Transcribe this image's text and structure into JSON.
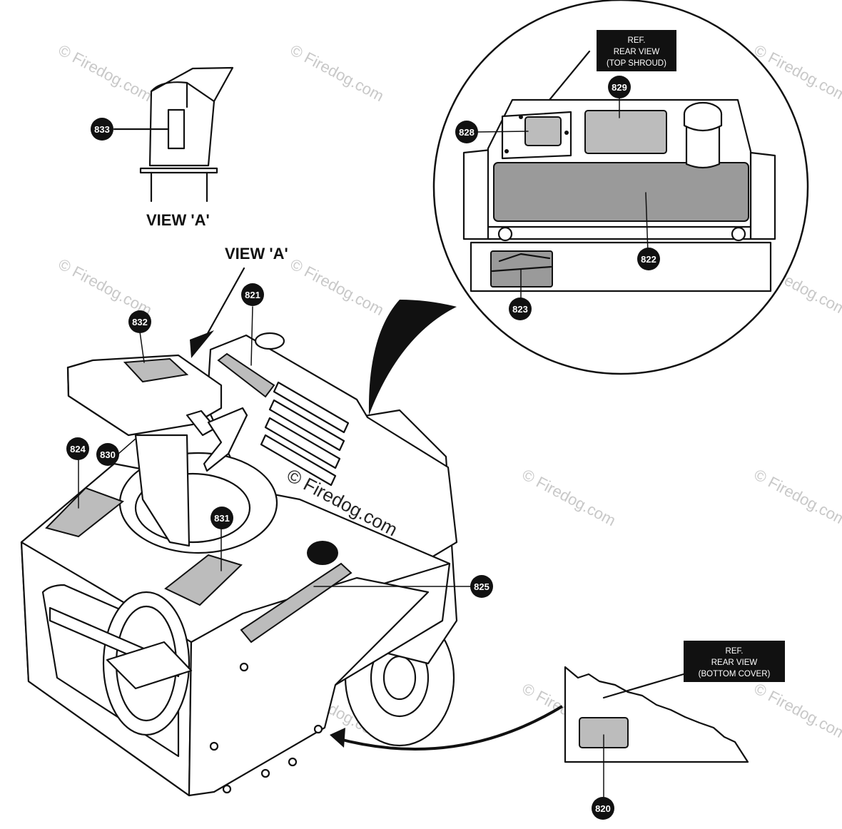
{
  "view_labels": {
    "view_a_detail": "VIEW 'A'",
    "view_a_arrow": "VIEW 'A'"
  },
  "ref_boxes": {
    "top_shroud": [
      "REF.",
      "REAR VIEW",
      "(TOP SHROUD)"
    ],
    "bottom_cover": [
      "REF.",
      "REAR VIEW",
      "(BOTTOM COVER)"
    ]
  },
  "callouts": {
    "c833": "833",
    "c828": "828",
    "c829": "829",
    "c822": "822",
    "c823": "823",
    "c821": "821",
    "c832": "832",
    "c824": "824",
    "c830": "830",
    "c831": "831",
    "c825": "825",
    "c820": "820"
  },
  "watermark": "© Firedog.com",
  "colors": {
    "ink": "#111111",
    "decal_fill": "#bcbcbc",
    "watermark": "#c8c8c8"
  }
}
